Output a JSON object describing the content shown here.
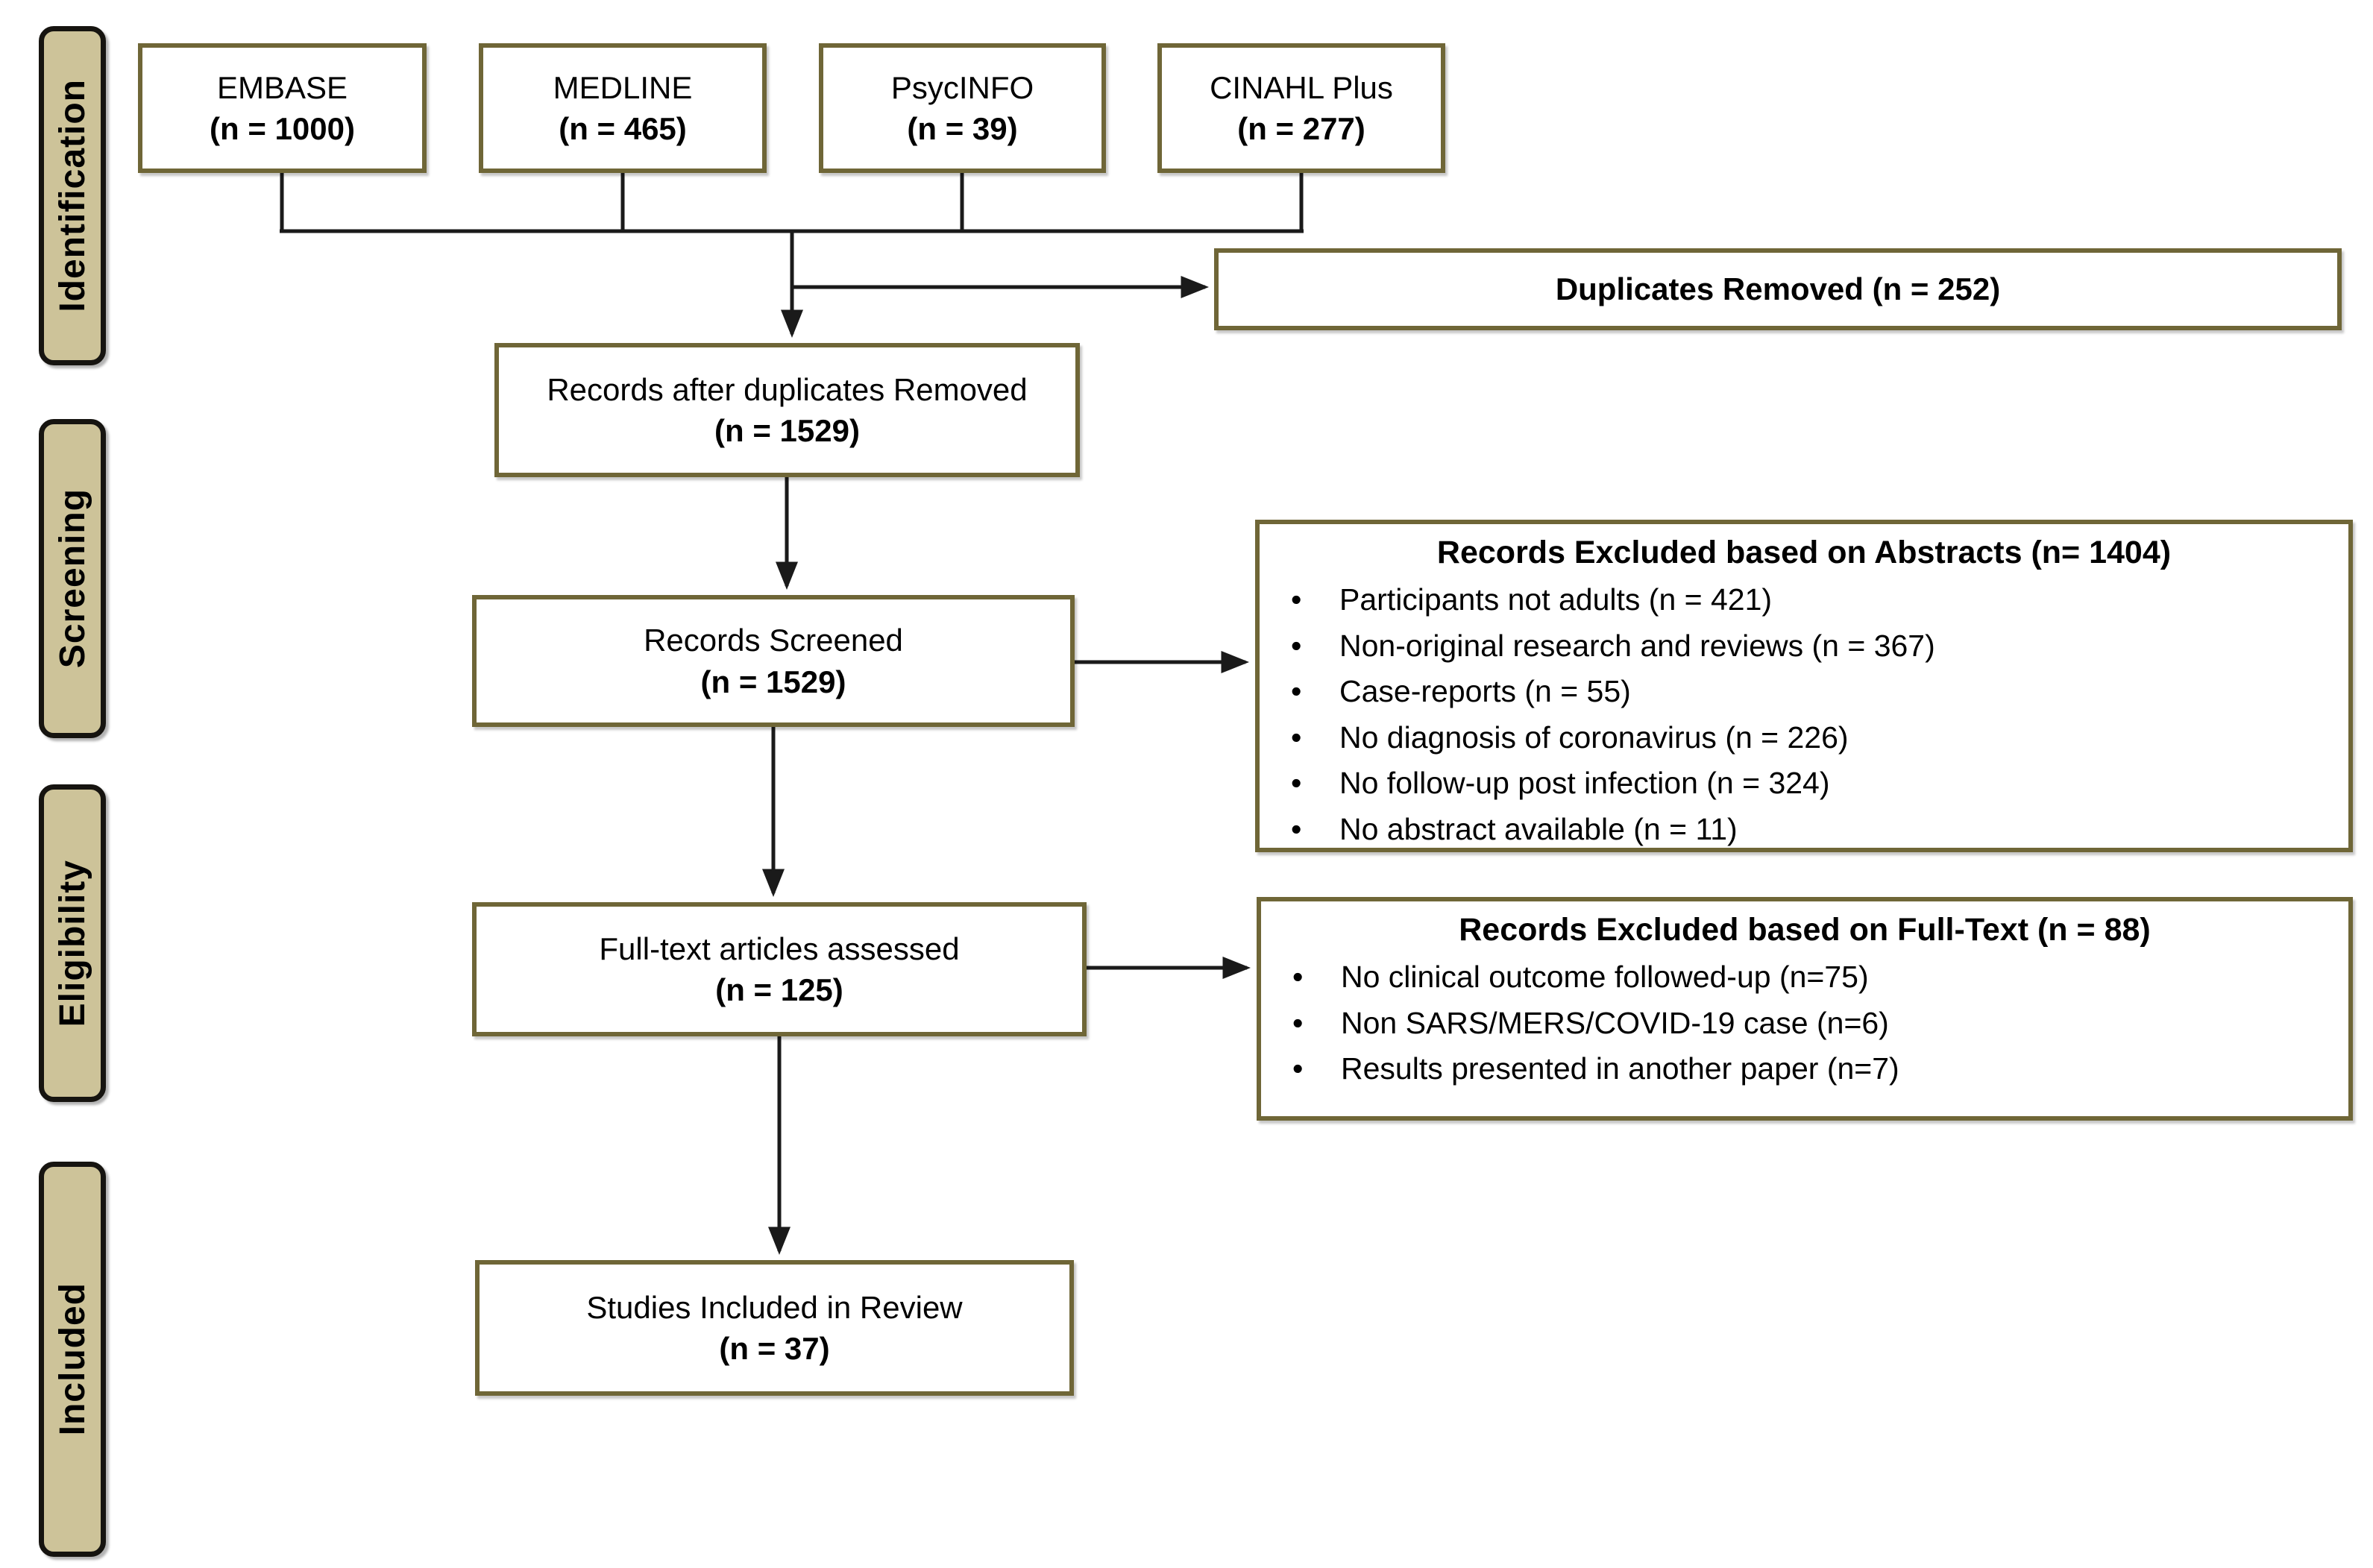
{
  "colors": {
    "line": "#1a1a1a",
    "box_border": "#6f6637",
    "stage_fill": "#cdc399",
    "stage_border": "#161410",
    "background": "#ffffff",
    "text": "#000000"
  },
  "stages": [
    {
      "label": "Identification"
    },
    {
      "label": "Screening"
    },
    {
      "label": "Eligibility"
    },
    {
      "label": "Included"
    }
  ],
  "sources": [
    {
      "name": "EMBASE",
      "count": "(n = 1000)"
    },
    {
      "name": "MEDLINE",
      "count": "(n = 465)"
    },
    {
      "name": "PsycINFO",
      "count": "(n = 39)"
    },
    {
      "name": "CINAHL Plus",
      "count": "(n = 277)"
    }
  ],
  "boxes": {
    "duplicates_removed": {
      "label": "Duplicates Removed (n = 252)"
    },
    "records_after_duplicates": {
      "line1": "Records after duplicates Removed",
      "count": "(n = 1529)"
    },
    "records_screened": {
      "line1": "Records Screened",
      "count": "(n = 1529)"
    },
    "full_text_assessed": {
      "line1": "Full-text articles assessed",
      "count": "(n = 125)"
    },
    "studies_included": {
      "line1": "Studies Included in Review",
      "count": "(n = 37)"
    }
  },
  "exclusions": {
    "abstracts": {
      "title": "Records Excluded based on Abstracts (n= 1404)",
      "items": [
        "Participants not adults (n = 421)",
        "Non-original research and reviews (n = 367)",
        "Case-reports (n = 55)",
        "No diagnosis of coronavirus (n = 226)",
        "No follow-up post infection (n = 324)",
        "No abstract available (n = 11)"
      ]
    },
    "full_text": {
      "title": "Records Excluded based on Full-Text (n = 88)",
      "items": [
        "No clinical outcome followed-up (n=75)",
        "Non SARS/MERS/COVID-19 case (n=6)",
        "Results presented in another paper (n=7)"
      ]
    }
  }
}
